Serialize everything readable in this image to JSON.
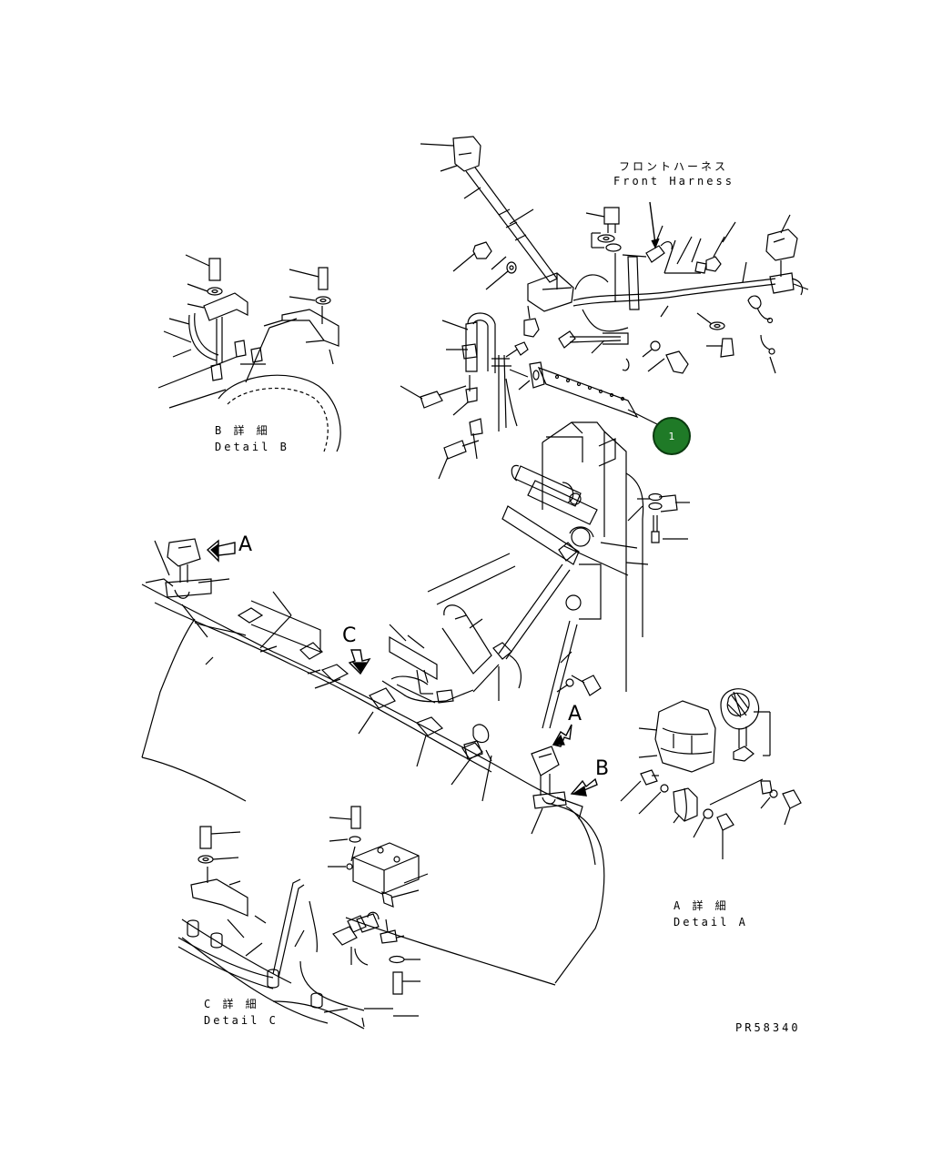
{
  "front_harness": {
    "jp": "フロントハーネス",
    "en": "Front Harness"
  },
  "detail_b": {
    "jp": "B 詳 細",
    "en": "Detail B"
  },
  "detail_a": {
    "jp": "A 詳 細",
    "en": "Detail A"
  },
  "detail_c": {
    "jp": "C 詳 細",
    "en": "Detail C"
  },
  "view_marks": {
    "a_left": "A",
    "a_center": "A",
    "b": "B",
    "c": "C"
  },
  "callout": {
    "number": "1",
    "color": "#1f7a27"
  },
  "drawing_code": "PR58340"
}
